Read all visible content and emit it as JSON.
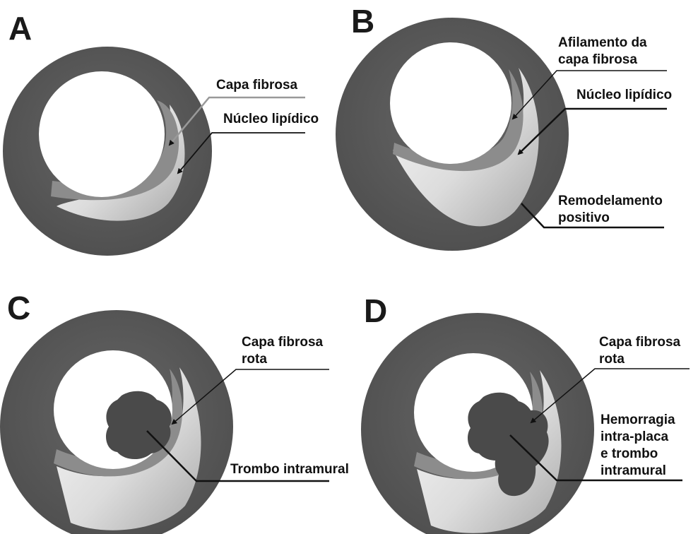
{
  "panels": {
    "a": {
      "letter": "A",
      "labels": {
        "fibrous_cap": "Capa fibrosa",
        "lipid_core": "Núcleo lipídico"
      }
    },
    "b": {
      "letter": "B",
      "labels": {
        "cap_thinning_line1": "Afilamento da",
        "cap_thinning_line2": "capa fibrosa",
        "lipid_core": "Núcleo lipídico",
        "remodeling_line1": "Remodelamento",
        "remodeling_line2": "positivo"
      }
    },
    "c": {
      "letter": "C",
      "labels": {
        "ruptured_cap_line1": "Capa fibrosa",
        "ruptured_cap_line2": "rota",
        "intramural_thrombus": "Trombo intramural"
      }
    },
    "d": {
      "letter": "D",
      "labels": {
        "ruptured_cap_line1": "Capa fibrosa",
        "ruptured_cap_line2": "rota",
        "hemorrhage_line1": "Hemorragia",
        "hemorrhage_line2": "intra-placa",
        "hemorrhage_line3": "e trombo",
        "hemorrhage_line4": "intramural"
      }
    }
  },
  "colors": {
    "vessel_wall": "#555555",
    "fibrous_cap": "#8c8c8c",
    "lumen": "#ffffff",
    "thrombus": "#4a4a4a",
    "leader_line": "#111111"
  }
}
